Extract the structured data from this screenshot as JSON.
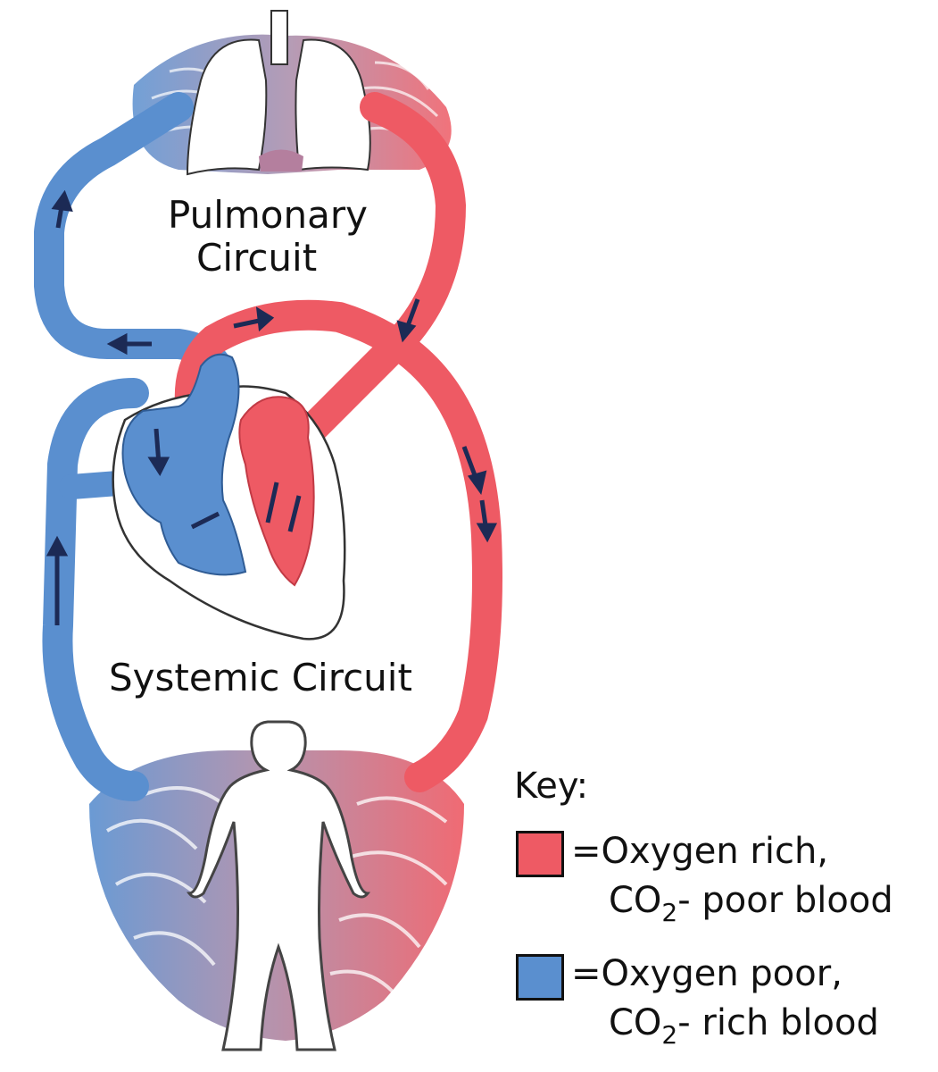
{
  "labels": {
    "pulmonary_line1": "Pulmonary",
    "pulmonary_line2": "Circuit",
    "systemic": "Systemic Circuit"
  },
  "key": {
    "title": "Key:",
    "oxygen_rich_line1": "=Oxygen rich,",
    "oxygen_rich_co2": "CO",
    "oxygen_rich_sub": "2",
    "oxygen_rich_line2_rest": "- poor blood",
    "oxygen_poor_line1": "=Oxygen poor,",
    "oxygen_poor_co2": "CO",
    "oxygen_poor_sub": "2",
    "oxygen_poor_line2_rest": "- rich blood"
  },
  "colors": {
    "oxygen_rich": "#ee5a64",
    "oxygen_poor": "#5a8fcf",
    "mixed": "#a98aa8",
    "arrow": "#1c2a55"
  }
}
